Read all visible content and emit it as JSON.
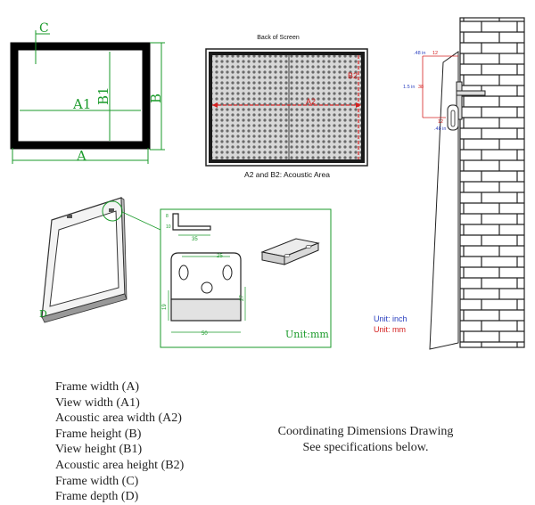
{
  "frame_drawing": {
    "label_c": "C",
    "label_a": "A",
    "label_a1": "A1",
    "label_b": "B",
    "label_b1": "B1"
  },
  "acoustic_drawing": {
    "title": "Back of Screen",
    "label_a2": "A2",
    "label_b2": "B2",
    "caption": "A2 and B2: Acoustic Area"
  },
  "bracket_drawing": {
    "dim_35": "35",
    "dim_25": "25",
    "dim_19": "19",
    "dim_27": "27",
    "dim_50": "50",
    "dim_8": "8",
    "dim_10": "10",
    "unit": "Unit:mm"
  },
  "perspective_drawing": {
    "label_d": "D"
  },
  "wall_drawing": {
    "top_in": ".48 in",
    "top_mm": "12",
    "mid_in": "1.5 in",
    "mid_mm": "38",
    "bot_mm": "12",
    "bot_in": ".48 in"
  },
  "units": {
    "inch": "Unit: inch",
    "mm": "Unit: mm"
  },
  "specs": [
    "Frame width (A)",
    "View width (A1)",
    "Acoustic area width (A2)",
    "Frame height (B)",
    "View height (B1)",
    "Acoustic area height (B2)",
    "Frame width (C)",
    "Frame depth (D)"
  ],
  "coordinating": {
    "line1": "Coordinating Dimensions Drawing",
    "line2": "See specifications below."
  },
  "colors": {
    "dimension_green": "#1a9a2a",
    "inch_blue": "#2a3fbf",
    "mm_red": "#d42020"
  }
}
